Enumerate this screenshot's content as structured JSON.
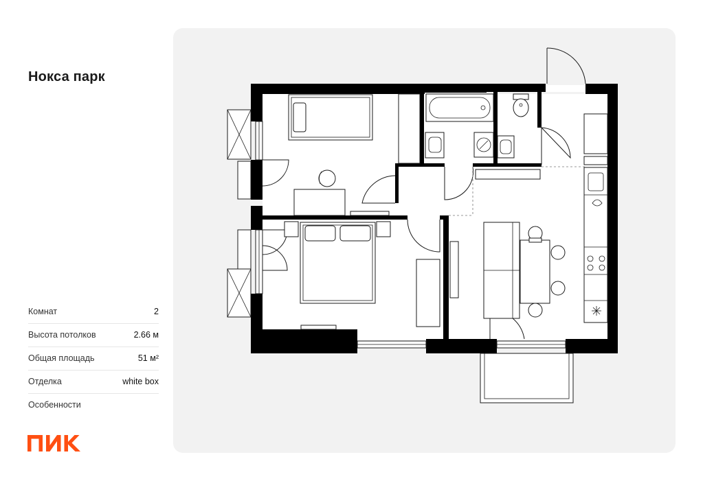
{
  "project": {
    "title": "Нокса парк"
  },
  "specs": [
    {
      "label": "Комнат",
      "value": "2"
    },
    {
      "label": "Высота потолков",
      "value": "2.66 м"
    },
    {
      "label": "Общая площадь",
      "value": "51 м²"
    },
    {
      "label": "Отделка",
      "value": "white box"
    },
    {
      "label": "Особенности",
      "value": ""
    }
  ],
  "brand": {
    "logo_text": "ПИК",
    "accent_color": "#ff4f12"
  },
  "floorplan": {
    "wall_color": "#000000",
    "panel_color": "#f2f2f2"
  }
}
